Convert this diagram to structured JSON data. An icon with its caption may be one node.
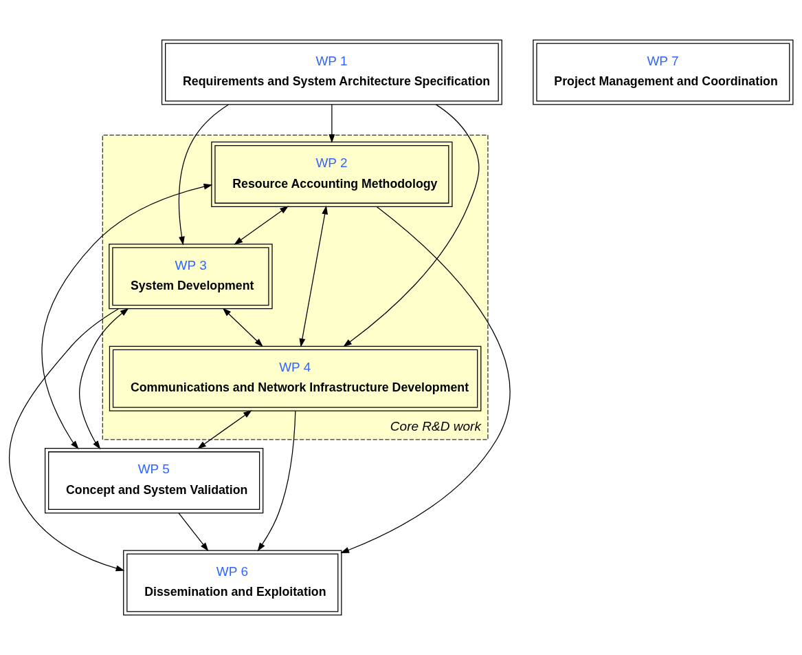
{
  "diagram": {
    "nodes": [
      {
        "text": [
          "WP 1",
          "Requirements and System Architecture Specification"
        ]
      },
      {
        "text": [
          "Core R&D work"
        ]
      },
      {
        "text": [
          "WP 2",
          "Resource Accounting Methodology"
        ],
        "in": 1
      },
      {
        "text": [
          "WP 3",
          "System Development"
        ],
        "in": 1
      },
      {
        "text": [
          "WP 4",
          "Communications and Network Infrastructure Development"
        ],
        "in": 1
      },
      {
        "text": [
          "WP 5",
          "Concept and System Validation"
        ]
      },
      {
        "text": [
          "WP 6",
          "Dissemination and Exploitation"
        ]
      },
      {
        "text": [
          "WP 7",
          "Project Management and Coordination"
        ]
      }
    ],
    "edges": [
      {
        "from": 0,
        "to": 2,
        "arrow": "to"
      },
      {
        "from": 0,
        "to": 3,
        "arrow": "to"
      },
      {
        "from": 0,
        "to": 4,
        "arrow": "to"
      },
      {
        "from": 2,
        "to": 3,
        "arrow": "both"
      },
      {
        "from": 3,
        "to": 6,
        "arrow": "to"
      },
      {
        "from": 2,
        "to": 6,
        "arrow": "to"
      },
      {
        "from": 3,
        "to": 4,
        "arrow": "both"
      },
      {
        "from": 2,
        "to": 4,
        "arrow": "both"
      },
      {
        "from": 4,
        "to": 6,
        "arrow": "to"
      },
      {
        "from": 2,
        "to": 5,
        "arrow": "both"
      },
      {
        "from": 3,
        "to": 5,
        "arrow": "both"
      },
      {
        "from": 4,
        "to": 5,
        "arrow": "both"
      },
      {
        "from": 5,
        "to": 6,
        "arrow": "to"
      }
    ]
  }
}
